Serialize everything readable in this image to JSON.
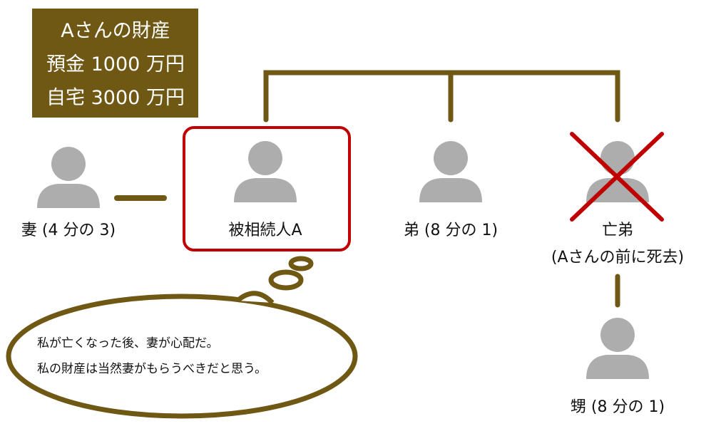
{
  "assets": {
    "title": "Aさんの財産",
    "line1": "預金 1000 万円",
    "line2": "自宅 3000 万円"
  },
  "people": {
    "wife": "妻 (4 分の 3)",
    "deceased": "被相続人A",
    "brother": "弟 (8 分の 1)",
    "late_brother": "亡弟",
    "late_brother_note": "(Aさんの前に死去)",
    "nephew": "甥 (8 分の 1)"
  },
  "thought": {
    "line1": "私が亡くなった後、妻が心配だ。",
    "line2": "私の財産は当然妻がもらうべきだと思う。"
  },
  "colors": {
    "brown": "#6f5714",
    "red": "#c00000",
    "gray": "#adadad"
  }
}
